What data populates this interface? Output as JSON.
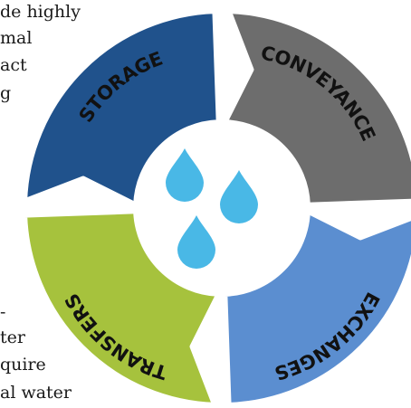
{
  "text_fragments": [
    "de highly",
    "mal",
    "act",
    "g",
    "-",
    "ter",
    "quire",
    "al water"
  ],
  "cycle": {
    "segments": [
      {
        "label": "STORAGE",
        "color": "#20528c"
      },
      {
        "label": "CONVEYANCE",
        "color": "#6d6d6d"
      },
      {
        "label": "EXCHANGES",
        "color": "#5b8ed0"
      },
      {
        "label": "TRANSFERS",
        "color": "#a6c23d"
      }
    ],
    "center_icon": "water-drops-icon",
    "drop_color": "#49b8e6"
  }
}
